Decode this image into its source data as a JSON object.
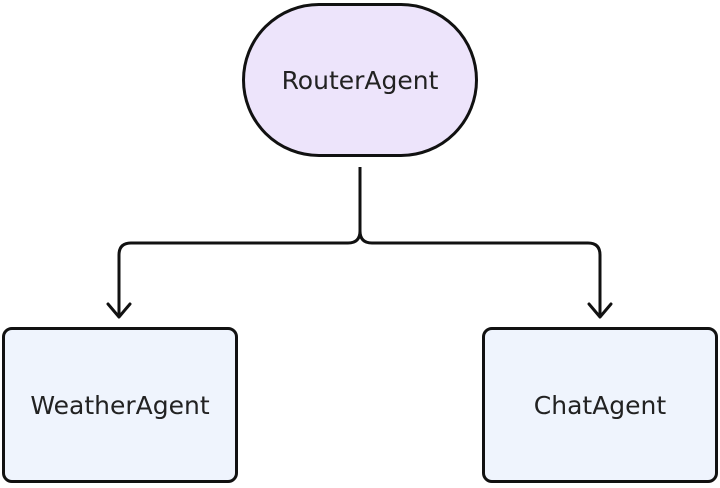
{
  "nodes": {
    "router": {
      "label": "RouterAgent",
      "fill": "#ede4fb"
    },
    "weather": {
      "label": "WeatherAgent",
      "fill": "#eff4fd"
    },
    "chat": {
      "label": "ChatAgent",
      "fill": "#eff4fd"
    }
  },
  "edges": [
    {
      "from": "RouterAgent",
      "to": "WeatherAgent"
    },
    {
      "from": "RouterAgent",
      "to": "ChatAgent"
    }
  ],
  "colors": {
    "stroke": "#111111",
    "text": "#222222"
  }
}
